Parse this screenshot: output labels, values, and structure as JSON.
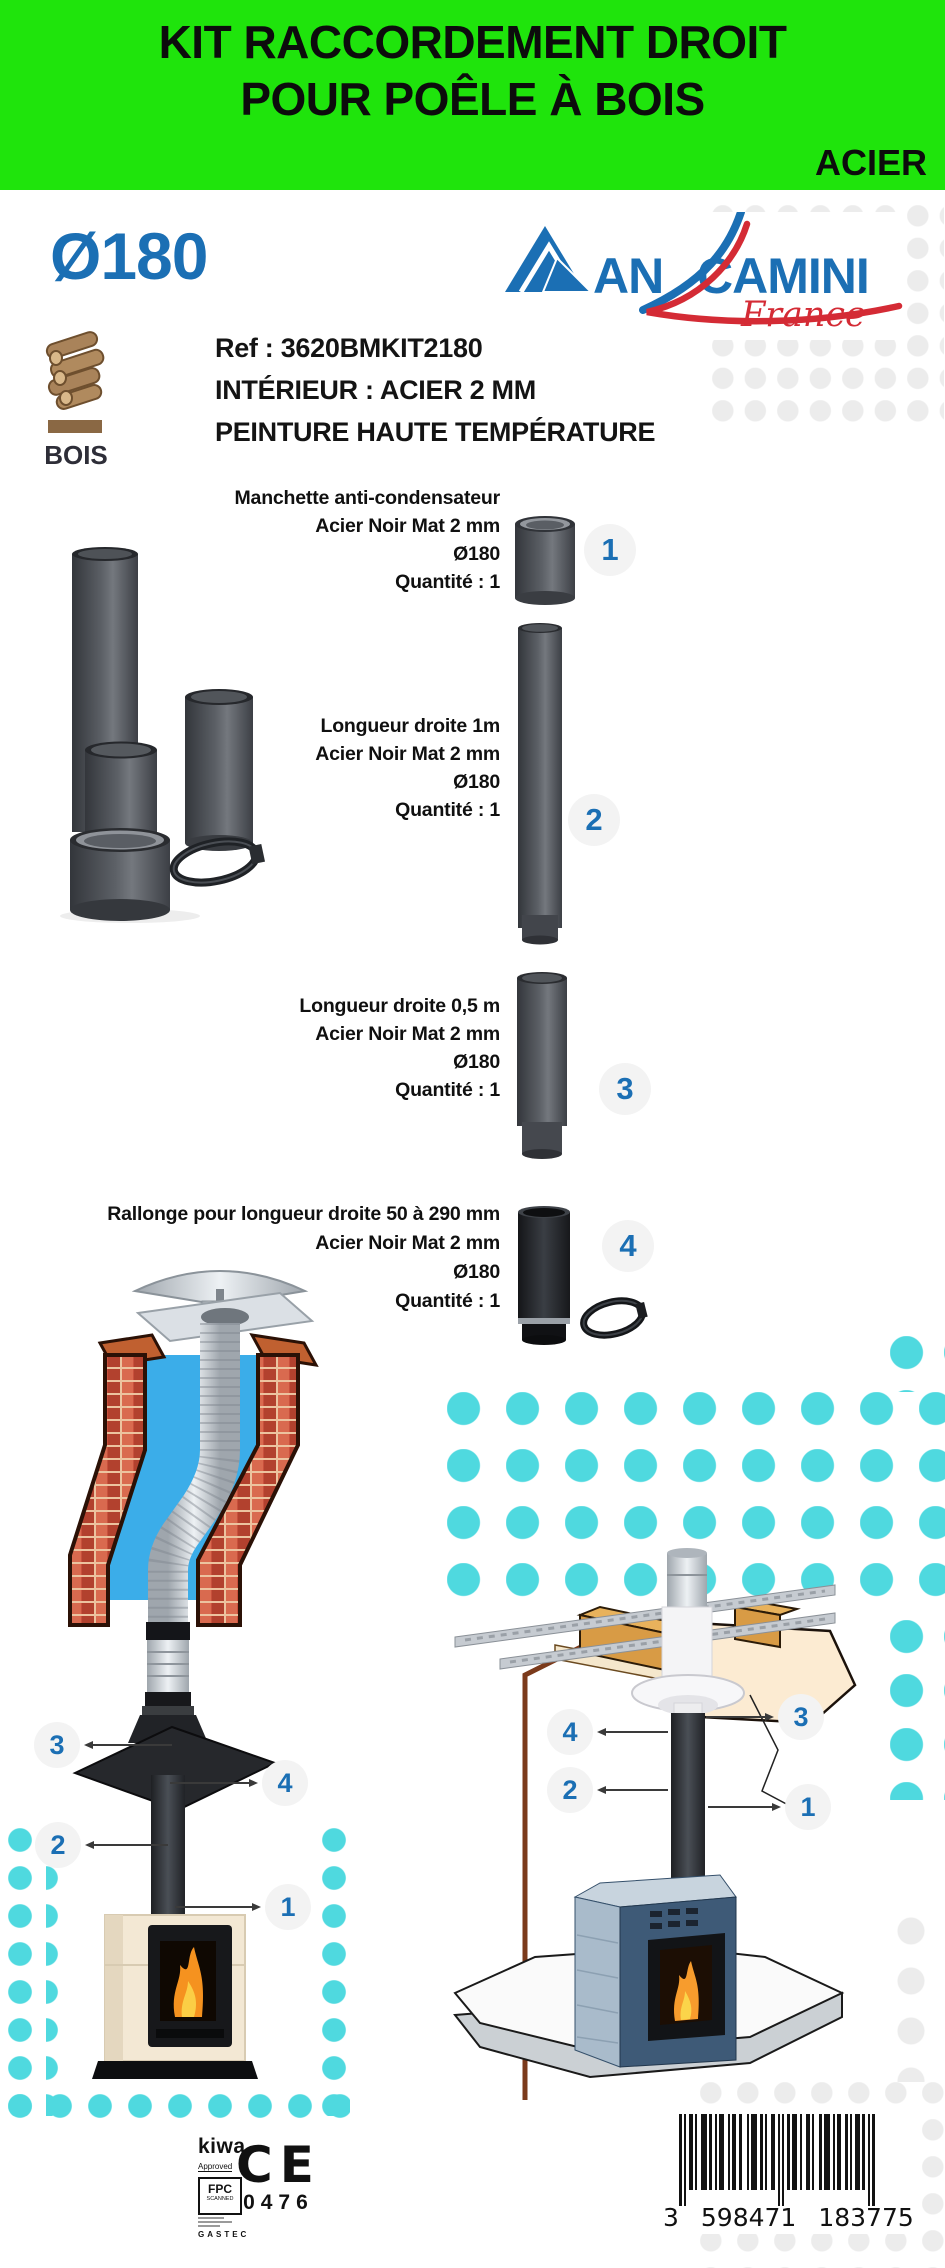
{
  "header": {
    "line1": "KIT RACCORDEMENT DROIT",
    "line2": "POUR POÊLE À BOIS",
    "material": "ACIER"
  },
  "intro": {
    "diameter": "Ø180",
    "fuel": "BOIS",
    "ref": "Ref : 3620BMKIT2180",
    "interior": "INTÉRIEUR : ACIER 2 MM",
    "paint": "PEINTURE HAUTE TEMPÉRATURE"
  },
  "brand": {
    "part1": "AN",
    "part2": "CAMINI",
    "country": "France"
  },
  "items": [
    {
      "number": "1",
      "lines": [
        "Manchette anti-condensateur",
        "Acier Noir Mat 2 mm",
        "Ø180",
        "Quantité : 1"
      ]
    },
    {
      "number": "2",
      "lines": [
        "Longueur droite 1m",
        "Acier Noir Mat 2 mm",
        "Ø180",
        "Quantité : 1"
      ]
    },
    {
      "number": "3",
      "lines": [
        "Longueur droite 0,5 m",
        "Acier Noir Mat 2 mm",
        "Ø180",
        "Quantité : 1"
      ]
    },
    {
      "number": "4",
      "lines": [
        "Rallonge pour longueur droite 50 à 290 mm",
        "Acier Noir Mat 2 mm",
        "Ø180",
        "Quantité : 1"
      ]
    }
  ],
  "diagrams": {
    "left_callouts": [
      "3",
      "4",
      "2",
      "1"
    ],
    "right_callouts": [
      "3",
      "4",
      "2",
      "1"
    ]
  },
  "certs": {
    "kiwa": "kiwa",
    "approved": "Approved",
    "fpc": "FPC",
    "scanned": "SCANNED",
    "gastec": "GASTEC",
    "ce": "CE",
    "ce_num": "0476"
  },
  "barcode": {
    "d1": "3",
    "g1": "598471",
    "g2": "183775",
    "bars": [
      [
        3,
        2,
        1
      ],
      [
        2,
        3,
        1
      ],
      [
        4,
        2,
        0
      ],
      [
        2,
        4,
        0
      ],
      [
        6,
        2,
        0
      ],
      [
        3,
        3,
        0
      ],
      [
        2,
        2,
        0
      ],
      [
        5,
        4,
        0
      ],
      [
        2,
        2,
        0
      ],
      [
        4,
        3,
        0
      ],
      [
        3,
        5,
        0
      ],
      [
        2,
        2,
        0
      ],
      [
        6,
        3,
        0
      ],
      [
        3,
        2,
        0
      ],
      [
        2,
        4,
        0
      ],
      [
        4,
        3,
        0
      ],
      [
        2,
        2,
        1
      ],
      [
        2,
        3,
        1
      ],
      [
        3,
        2,
        0
      ],
      [
        5,
        3,
        0
      ],
      [
        2,
        4,
        0
      ],
      [
        4,
        2,
        0
      ],
      [
        2,
        5,
        0
      ],
      [
        3,
        2,
        0
      ],
      [
        6,
        3,
        0
      ],
      [
        2,
        2,
        0
      ],
      [
        4,
        4,
        0
      ],
      [
        3,
        2,
        0
      ],
      [
        2,
        3,
        0
      ],
      [
        5,
        2,
        0
      ],
      [
        3,
        3,
        0
      ],
      [
        2,
        2,
        1
      ],
      [
        3,
        0,
        1
      ]
    ]
  },
  "colors": {
    "banner_green": "#1FE40C",
    "accent_blue": "#1B6FB4",
    "brand_red": "#D42B35",
    "teal_dots": "#4FD9DF",
    "gray_dots": "#ECECEC",
    "badge_bg": "#F3F3F3",
    "text": "#111111"
  }
}
